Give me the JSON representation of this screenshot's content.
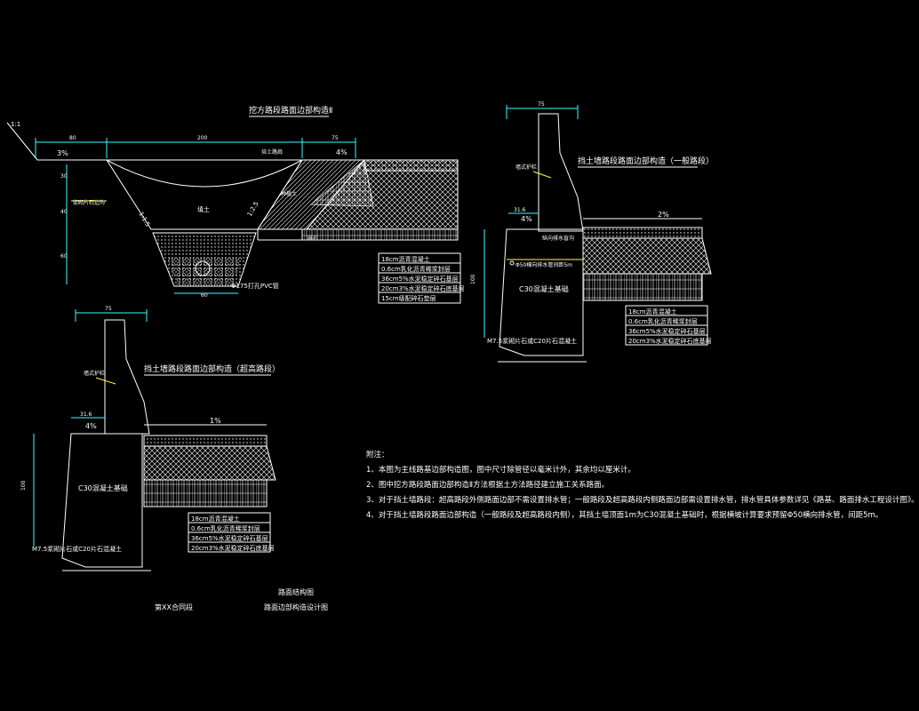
{
  "section1": {
    "title": "挖方路段路面边部构造Ⅱ",
    "dim_top": [
      "80",
      "200",
      "75"
    ],
    "slope_left": "3%",
    "slope_right": "4%",
    "slope_ratio_1": "1:1.5",
    "slope_ratio_2": "1:2.5",
    "ratio_top_left": "1:1",
    "label_ditch": "浆砌片石边沟",
    "label_fill": "填土",
    "label_soil": "种植土",
    "label_shoulder": "培土路肩",
    "label_sub": "碎石",
    "label_pipe": "Φ175打孔PVC管",
    "dim_bottom": "60",
    "dim_side": [
      "30",
      "40",
      "60"
    ],
    "layers": [
      "18cm沥青混凝土",
      "0.6cm乳化沥青稀浆封层",
      "36cm5%水泥稳定碎石基层",
      "20cm3%水泥稳定碎石底基层",
      "15cm级配碎石垫层"
    ]
  },
  "section2": {
    "title": "挡土墙路段路面边部构造（一般路段）",
    "dim_top": "75",
    "dim_left": "31.6",
    "slope_wall": "4%",
    "slope_road": "2%",
    "label_wall": "墙式护栏",
    "label_drain": "纵向排水盲沟",
    "label_pipe": "Φ50横向排水管间距5m",
    "label_base": "C30混凝土基础",
    "label_masonry": "M7.5浆砌片石或C20片石混凝土",
    "dim_height": "100",
    "layers": [
      "18cm沥青混凝土",
      "0.6cm乳化沥青稀浆封层",
      "36cm5%水泥稳定碎石基层",
      "20cm3%水泥稳定碎石底基层"
    ]
  },
  "section3": {
    "title": "挡土墙路段路面边部构造（超高路段）",
    "dim_top": "75",
    "dim_left": "31.6",
    "slope_wall": "4%",
    "slope_road": "1%",
    "label_wall": "墙式护栏",
    "label_base": "C30混凝土基础",
    "label_masonry": "M7.5浆砌片石或C20片石混凝土",
    "dim_height": "100",
    "layers": [
      "18cm沥青混凝土",
      "0.6cm乳化沥青稀浆封层",
      "36cm5%水泥稳定碎石基层",
      "20cm3%水泥稳定碎石底基层"
    ]
  },
  "notes": {
    "heading": "附注：",
    "items": [
      "1、本图为主线路基边部构造图，图中尺寸除管径以毫米计外，其余均以厘米计。",
      "2、图中挖方路段路面边部构造Ⅱ方法根据土方法路径建立施工关系路面。",
      "3、对于挡土墙路段：超高路段外侧路面边部不需设置排水管；一般路段及超高路段内侧路面边部需设置排水管，排水管具体参数详见《路基、路面排水工程设计图》。",
      "4、对于挡土墙路段路面边部构造（一般路段及超高路段内侧），其挡土墙顶面1m为C30混凝土基础时，根据横坡计算要求预留Φ50横向排水管，间距5m。"
    ]
  },
  "footer": {
    "contract": "第XX合同段",
    "title1": "路面结构图",
    "title2": "路面边部构造设计图"
  }
}
